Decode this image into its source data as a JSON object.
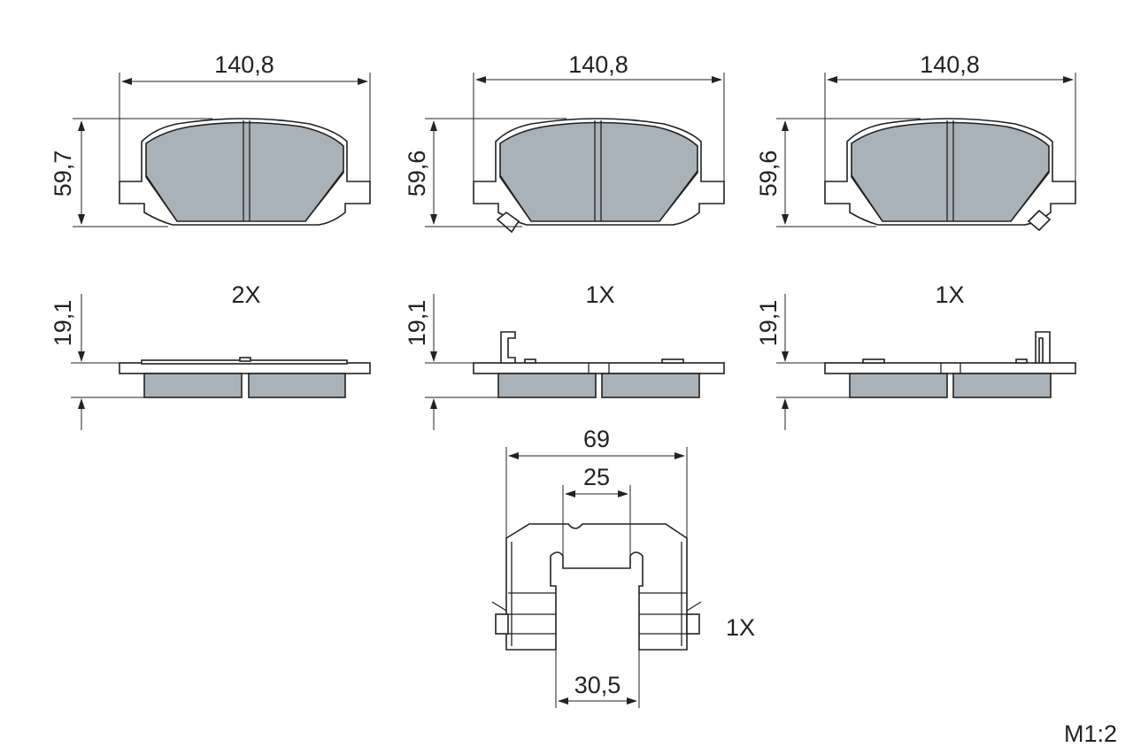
{
  "dimensions": {
    "pad1_width": "140,8",
    "pad1_height": "59,7",
    "pad2_width": "140,8",
    "pad2_height": "59,6",
    "pad3_width": "140,8",
    "pad3_height": "59,6",
    "pad1_thickness": "19,1",
    "pad2_thickness": "19,1",
    "pad3_thickness": "19,1",
    "clip_width": "69",
    "clip_inner": "25",
    "clip_gap": "30,5"
  },
  "quantities": {
    "pad1": "2X",
    "pad2": "1X",
    "pad3": "1X",
    "clip": "1X"
  },
  "scale": "M1:2",
  "colors": {
    "friction_material": "#a9b2b8",
    "line": "#222222"
  }
}
